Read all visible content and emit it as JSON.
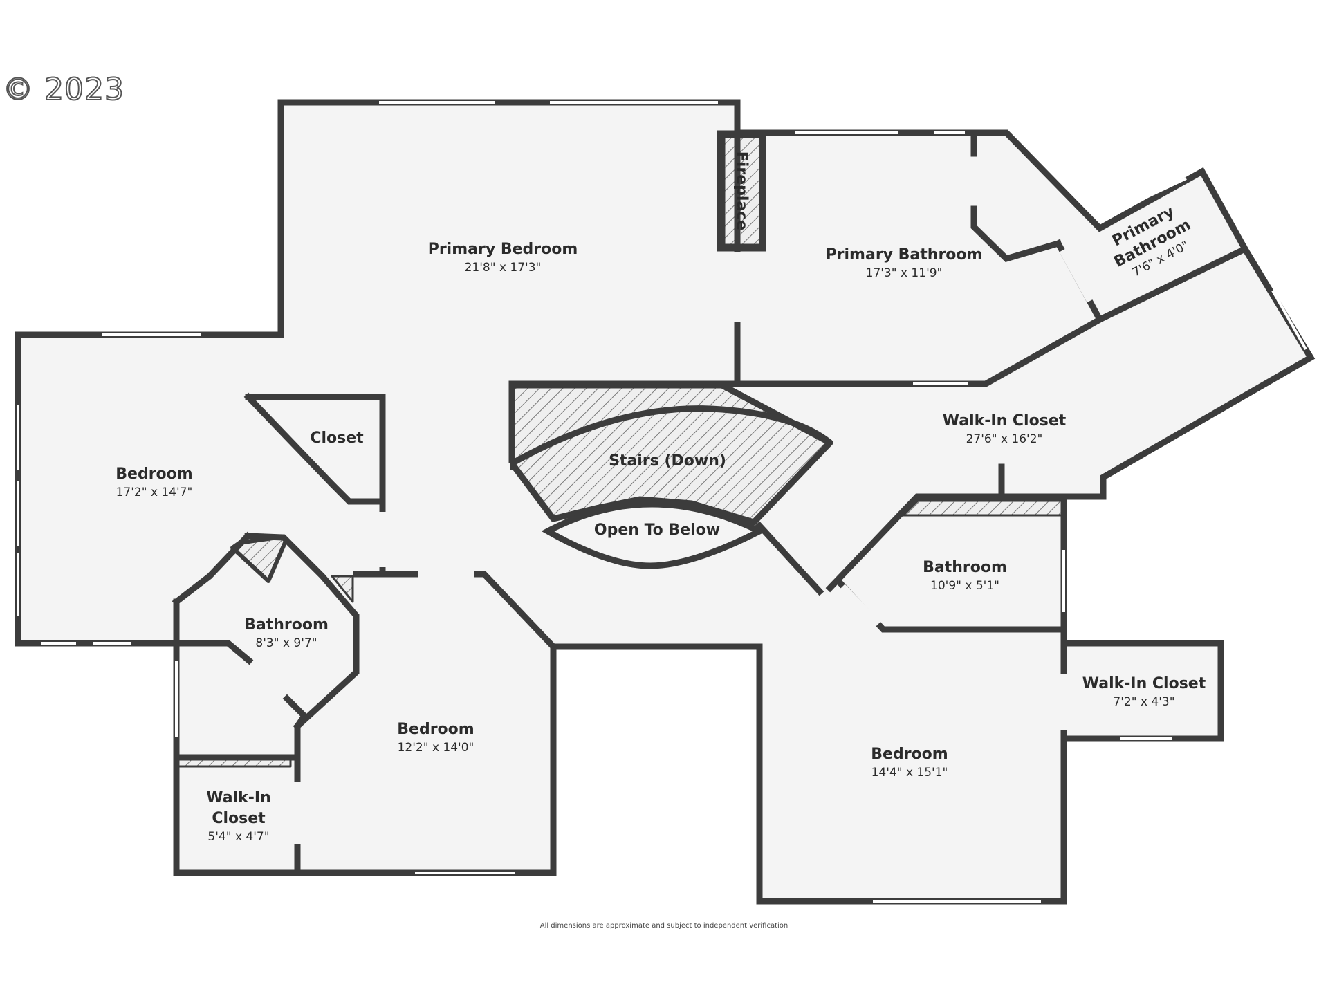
{
  "copyright": "© 2023",
  "disclaimer": "All dimensions are approximate and subject to independent verification",
  "colors": {
    "wall": "#3c3c3c",
    "floor": "#f4f4f4",
    "hatch": "#777777",
    "window": "#ffffff"
  },
  "rooms": {
    "primary_bedroom": {
      "name": "Primary Bedroom",
      "dims": "21'8\" x 17'3\""
    },
    "fireplace": {
      "name": "Fireplace"
    },
    "primary_bathroom": {
      "name": "Primary Bathroom",
      "dims": "17'3\" x 11'9\""
    },
    "primary_bathroom_small": {
      "line1": "Primary",
      "line2": "Bathroom",
      "dims": "7'6\" x 4'0\""
    },
    "walk_in_closet_main": {
      "name": "Walk-In Closet",
      "dims": "27'6\" x 16'2\""
    },
    "closet": {
      "name": "Closet"
    },
    "bedroom_left": {
      "name": "Bedroom",
      "dims": "17'2\" x 14'7\""
    },
    "stairs": {
      "name": "Stairs (Down)"
    },
    "open_to_below": {
      "name": "Open To Below"
    },
    "bathroom_left": {
      "name": "Bathroom",
      "dims": "8'3\" x 9'7\""
    },
    "bedroom_middle": {
      "name": "Bedroom",
      "dims": "12'2\" x 14'0\""
    },
    "walk_in_closet_left": {
      "line1": "Walk-In",
      "line2": "Closet",
      "dims": "5'4\" x 4'7\""
    },
    "bathroom_right": {
      "name": "Bathroom",
      "dims": "10'9\" x 5'1\""
    },
    "walk_in_closet_right": {
      "name": "Walk-In Closet",
      "dims": "7'2\" x 4'3\""
    },
    "bedroom_right": {
      "name": "Bedroom",
      "dims": "14'4\" x 15'1\""
    }
  }
}
